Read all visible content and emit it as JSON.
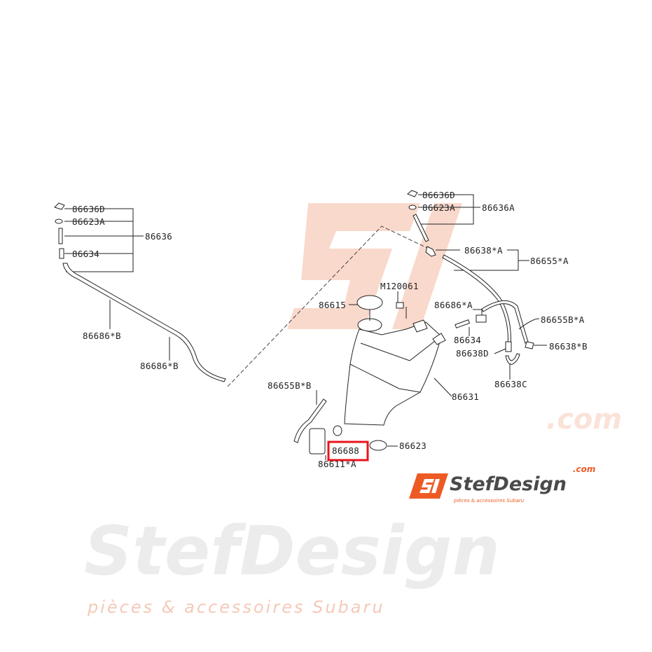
{
  "colors": {
    "highlight_box": "#e8141c",
    "watermark_orange": "#f9d9cc",
    "watermark_grey": "#e9e9e9",
    "logo_orange": "#ee5a24",
    "logo_grey": "#4a4a4a"
  },
  "watermark": {
    "brand": "StefDesign",
    "domain": ".com",
    "tagline": "pièces & accessoires Subaru"
  },
  "logo": {
    "brand": "StefDesign",
    "domain": ".com",
    "tagline": "pièces & accessoires Subaru"
  },
  "labels": {
    "left_nozzle_cap": "86636D",
    "left_washer": "86623A",
    "left_nozzle_assy": "86636",
    "left_check_valve": "86634",
    "left_clip_1": "86686*B",
    "left_clip_2": "86686*B",
    "right_nozzle_cap": "86636D",
    "right_washer": "86623A",
    "right_nozzle_assy": "86636A",
    "joint_a": "86638*A",
    "hose_a": "86655*A",
    "bolt": "M120061",
    "tank_cap": "86615",
    "clip_a": "86686*A",
    "hose_b_a": "86655B*A",
    "check_valve": "86634",
    "joint_b": "86638*B",
    "joint_d": "86638D",
    "joint_c": "86638C",
    "tank": "86631",
    "hose_b_b": "86655B*B",
    "highlighted_part": "86688",
    "grommet": "86623",
    "pump": "86611*A"
  }
}
